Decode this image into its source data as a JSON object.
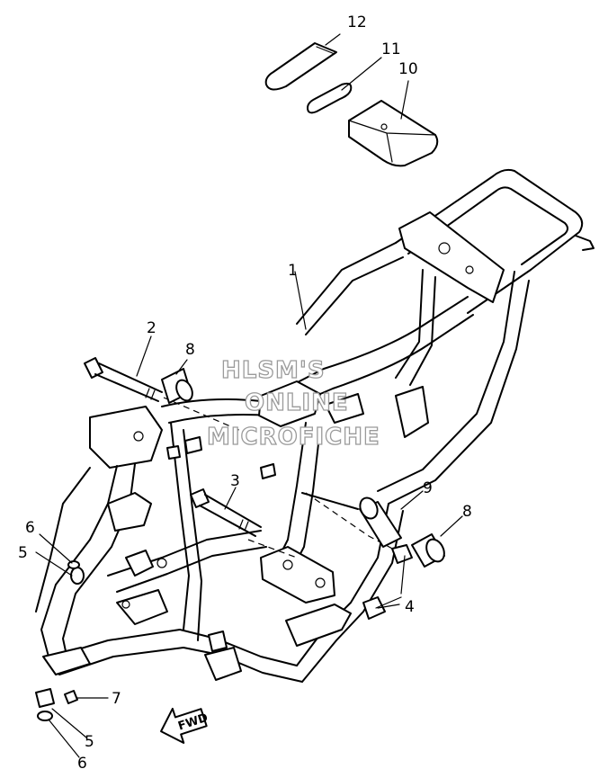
{
  "watermark": [
    "HLSM'S",
    "ONLINE",
    "MICROFICHE"
  ],
  "direction_label": "FWD",
  "callouts": {
    "c1": "1",
    "c2": "2",
    "c3": "3",
    "c4": "4",
    "c5a": "5",
    "c5b": "5",
    "c6a": "6",
    "c6b": "6",
    "c7": "7",
    "c8a": "8",
    "c8b": "8",
    "c9": "9",
    "c10": "10",
    "c11": "11",
    "c12": "12"
  }
}
